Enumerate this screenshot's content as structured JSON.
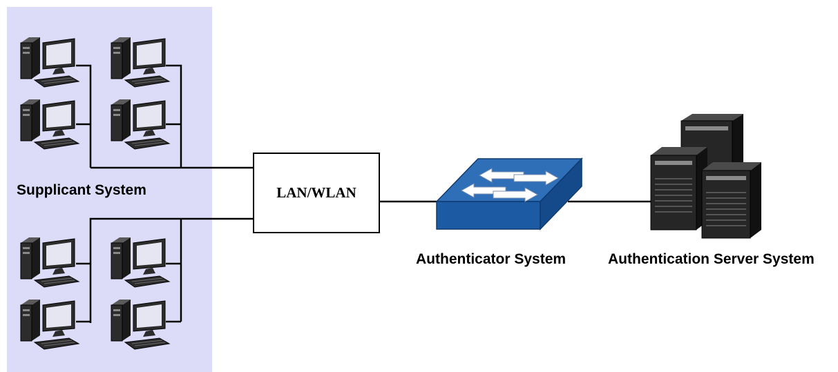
{
  "diagram": {
    "supplicant_label": "Supplicant System",
    "lan_label": "LAN/WLAN",
    "authenticator_label": "Authenticator System",
    "server_label": "Authentication Server System"
  },
  "colors": {
    "supplicant_panel": "#dcdcf8",
    "switch_top": "#2f6fb7",
    "switch_side": "#1a4f92",
    "server_body": "#1e1e1e",
    "pc_body": "#2c2c2c",
    "pc_screen": "#e6e6f2"
  },
  "icons": [
    "computer-icon",
    "switch-icon",
    "server-icon"
  ]
}
